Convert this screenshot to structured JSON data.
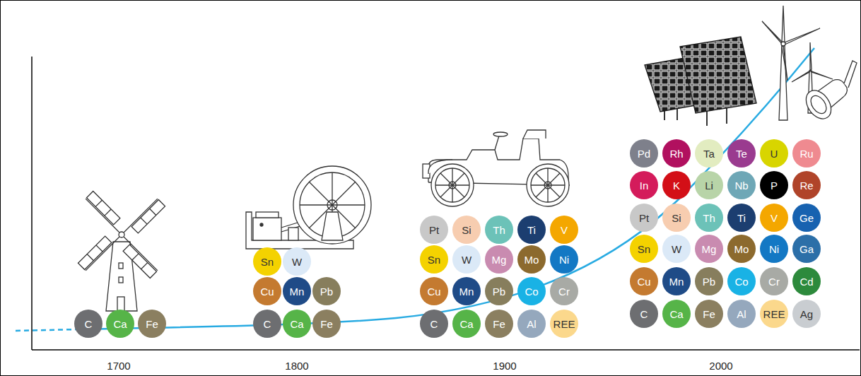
{
  "diagram": {
    "nodes": [
      {
        "text": [
          "C"
        ]
      },
      {
        "text": [
          "Ca"
        ]
      },
      {
        "text": [
          "Fe"
        ]
      },
      {
        "text": [
          "Sn"
        ]
      },
      {
        "text": [
          "W"
        ]
      },
      {
        "text": [
          "Cu"
        ]
      },
      {
        "text": [
          "Mn"
        ]
      },
      {
        "text": [
          "Pb"
        ]
      },
      {
        "text": [
          "C"
        ]
      },
      {
        "text": [
          "Ca"
        ]
      },
      {
        "text": [
          "Fe"
        ]
      },
      {
        "text": [
          "Pt"
        ]
      },
      {
        "text": [
          "Si"
        ]
      },
      {
        "text": [
          "Th"
        ]
      },
      {
        "text": [
          "Ti"
        ]
      },
      {
        "text": [
          "V"
        ]
      },
      {
        "text": [
          "Sn"
        ]
      },
      {
        "text": [
          "W"
        ]
      },
      {
        "text": [
          "Mg"
        ]
      },
      {
        "text": [
          "Mo"
        ]
      },
      {
        "text": [
          "Ni"
        ]
      },
      {
        "text": [
          "Cu"
        ]
      },
      {
        "text": [
          "Mn"
        ]
      },
      {
        "text": [
          "Pb"
        ]
      },
      {
        "text": [
          "Co"
        ]
      },
      {
        "text": [
          "Cr"
        ]
      },
      {
        "text": [
          "C"
        ]
      },
      {
        "text": [
          "Ca"
        ]
      },
      {
        "text": [
          "Fe"
        ]
      },
      {
        "text": [
          "Al"
        ]
      },
      {
        "text": [
          "REE"
        ]
      },
      {
        "text": [
          "Pd"
        ]
      },
      {
        "text": [
          "Rh"
        ]
      },
      {
        "text": [
          "Ta"
        ]
      },
      {
        "text": [
          "Te"
        ]
      },
      {
        "text": [
          "U"
        ]
      },
      {
        "text": [
          "Ru"
        ]
      },
      {
        "text": [
          "In"
        ]
      },
      {
        "text": [
          "K"
        ]
      },
      {
        "text": [
          "Li"
        ]
      },
      {
        "text": [
          "Nb"
        ]
      },
      {
        "text": [
          "P"
        ]
      },
      {
        "text": [
          "Re"
        ]
      },
      {
        "text": [
          "Pt"
        ]
      },
      {
        "text": [
          "Si"
        ]
      },
      {
        "text": [
          "Th"
        ]
      },
      {
        "text": [
          "Ti"
        ]
      },
      {
        "text": [
          "V"
        ]
      },
      {
        "text": [
          "Ge"
        ]
      },
      {
        "text": [
          "Sn"
        ]
      },
      {
        "text": [
          "W"
        ]
      },
      {
        "text": [
          "Mg"
        ]
      },
      {
        "text": [
          "Mo"
        ]
      },
      {
        "text": [
          "Ni"
        ]
      },
      {
        "text": [
          "Ga"
        ]
      },
      {
        "text": [
          "Cu"
        ]
      },
      {
        "text": [
          "Mn"
        ]
      },
      {
        "text": [
          "Pb"
        ]
      },
      {
        "text": [
          "Co"
        ]
      },
      {
        "text": [
          "Cr"
        ]
      },
      {
        "text": [
          "Cd"
        ]
      },
      {
        "text": [
          "C"
        ]
      },
      {
        "text": [
          "Ca"
        ]
      },
      {
        "text": [
          "Fe"
        ]
      },
      {
        "text": [
          "Al"
        ]
      },
      {
        "text": [
          "REE"
        ]
      },
      {
        "text": [
          "Ag"
        ]
      }
    ],
    "labels": [
      "1700",
      "1800",
      "1900",
      "2000"
    ]
  }
}
